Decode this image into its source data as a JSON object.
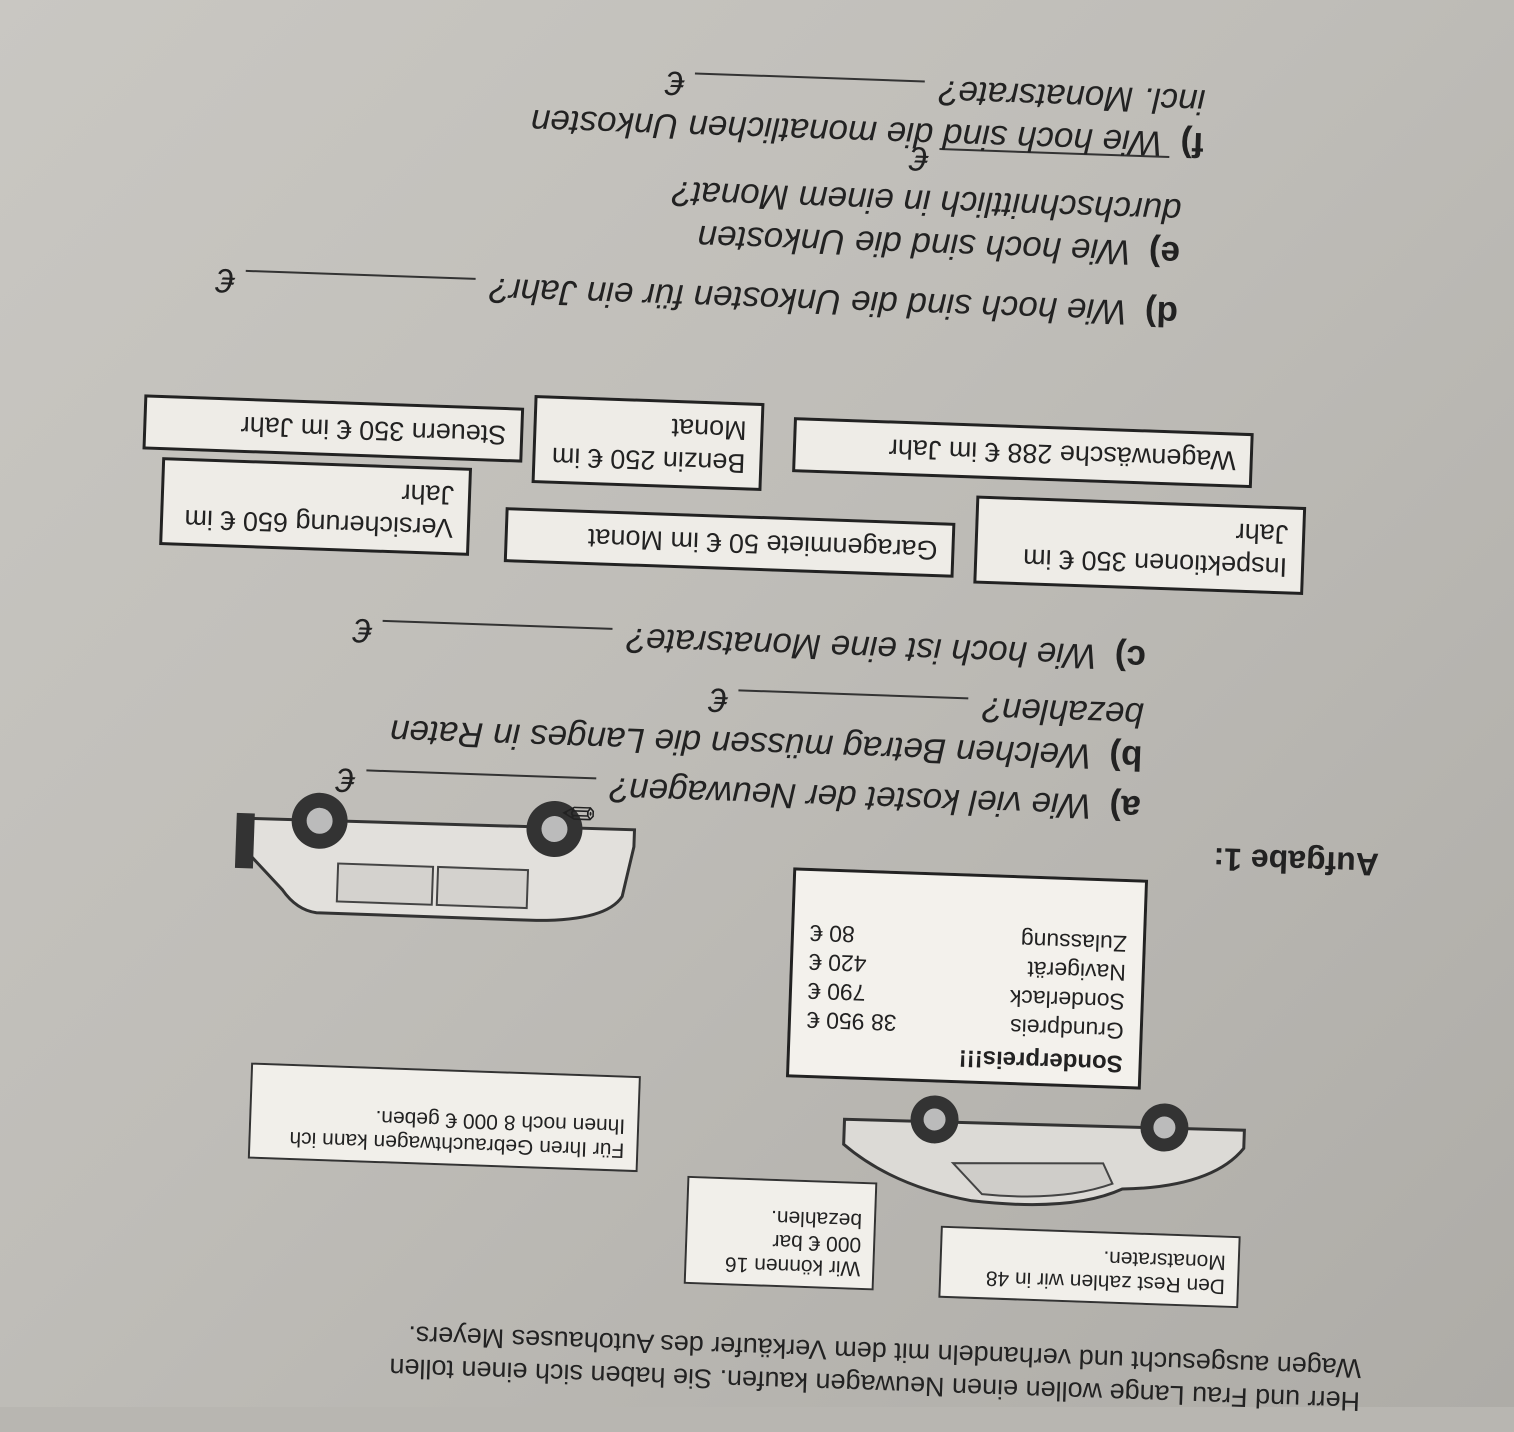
{
  "intro": {
    "line1": "Herr und Frau Lange wollen einen Neuwagen kaufen. Sie haben sich einen tollen",
    "line2": "Wagen ausgesucht und verhandeln mit dem Verkäufer des Autohauses Meyers."
  },
  "speech_bubbles": {
    "customer_1": "Den Rest zahlen wir in 48 Monatsraten.",
    "customer_2": "Wir können 16 000 € bar bezahlen.",
    "seller": "Für Ihren Gebrauchtwagen kann ich Ihnen noch 8 000 € geben."
  },
  "sonderpreis": {
    "title": "Sonderpreis!!!",
    "items": [
      {
        "label": "Grundpreis",
        "value": "38 950 €"
      },
      {
        "label": "Sonderlack",
        "value": "790 €"
      },
      {
        "label": "Navigerät",
        "value": "420 €"
      },
      {
        "label": "Zulassung",
        "value": "80 €"
      }
    ]
  },
  "task": {
    "title": "Aufgabe 1:",
    "questions": [
      {
        "id": "a)",
        "text": "Wie viel kostet der Neuwagen?",
        "unit": "€"
      },
      {
        "id": "b)",
        "text": "Welchen Betrag müssen die Langes in Raten bezahlen?",
        "unit": "€"
      },
      {
        "id": "c)",
        "text": "Wie hoch ist eine Monatsrate?",
        "unit": "€"
      },
      {
        "id": "d)",
        "text": "Wie hoch sind die Unkosten für ein Jahr?",
        "unit": "€"
      },
      {
        "id": "e)",
        "text": "Wie hoch sind die Unkosten durchschnittlich in einem Monat?",
        "unit": "€"
      },
      {
        "id": "f)",
        "text": "Wie hoch sind die monatlichen Unkosten incl. Monatsrate?",
        "unit": "€"
      }
    ]
  },
  "costs": [
    "Inspektionen 350 € im Jahr",
    "Garagenmiete 50 € im Monat",
    "Versicherung 650 € im Jahr",
    "Wagenwäsche 288 € im Jahr",
    "Benzin 250 € im Monat",
    "Steuern 350 € im Jahr"
  ],
  "icons": [
    "car-icon",
    "pencil-icon"
  ]
}
